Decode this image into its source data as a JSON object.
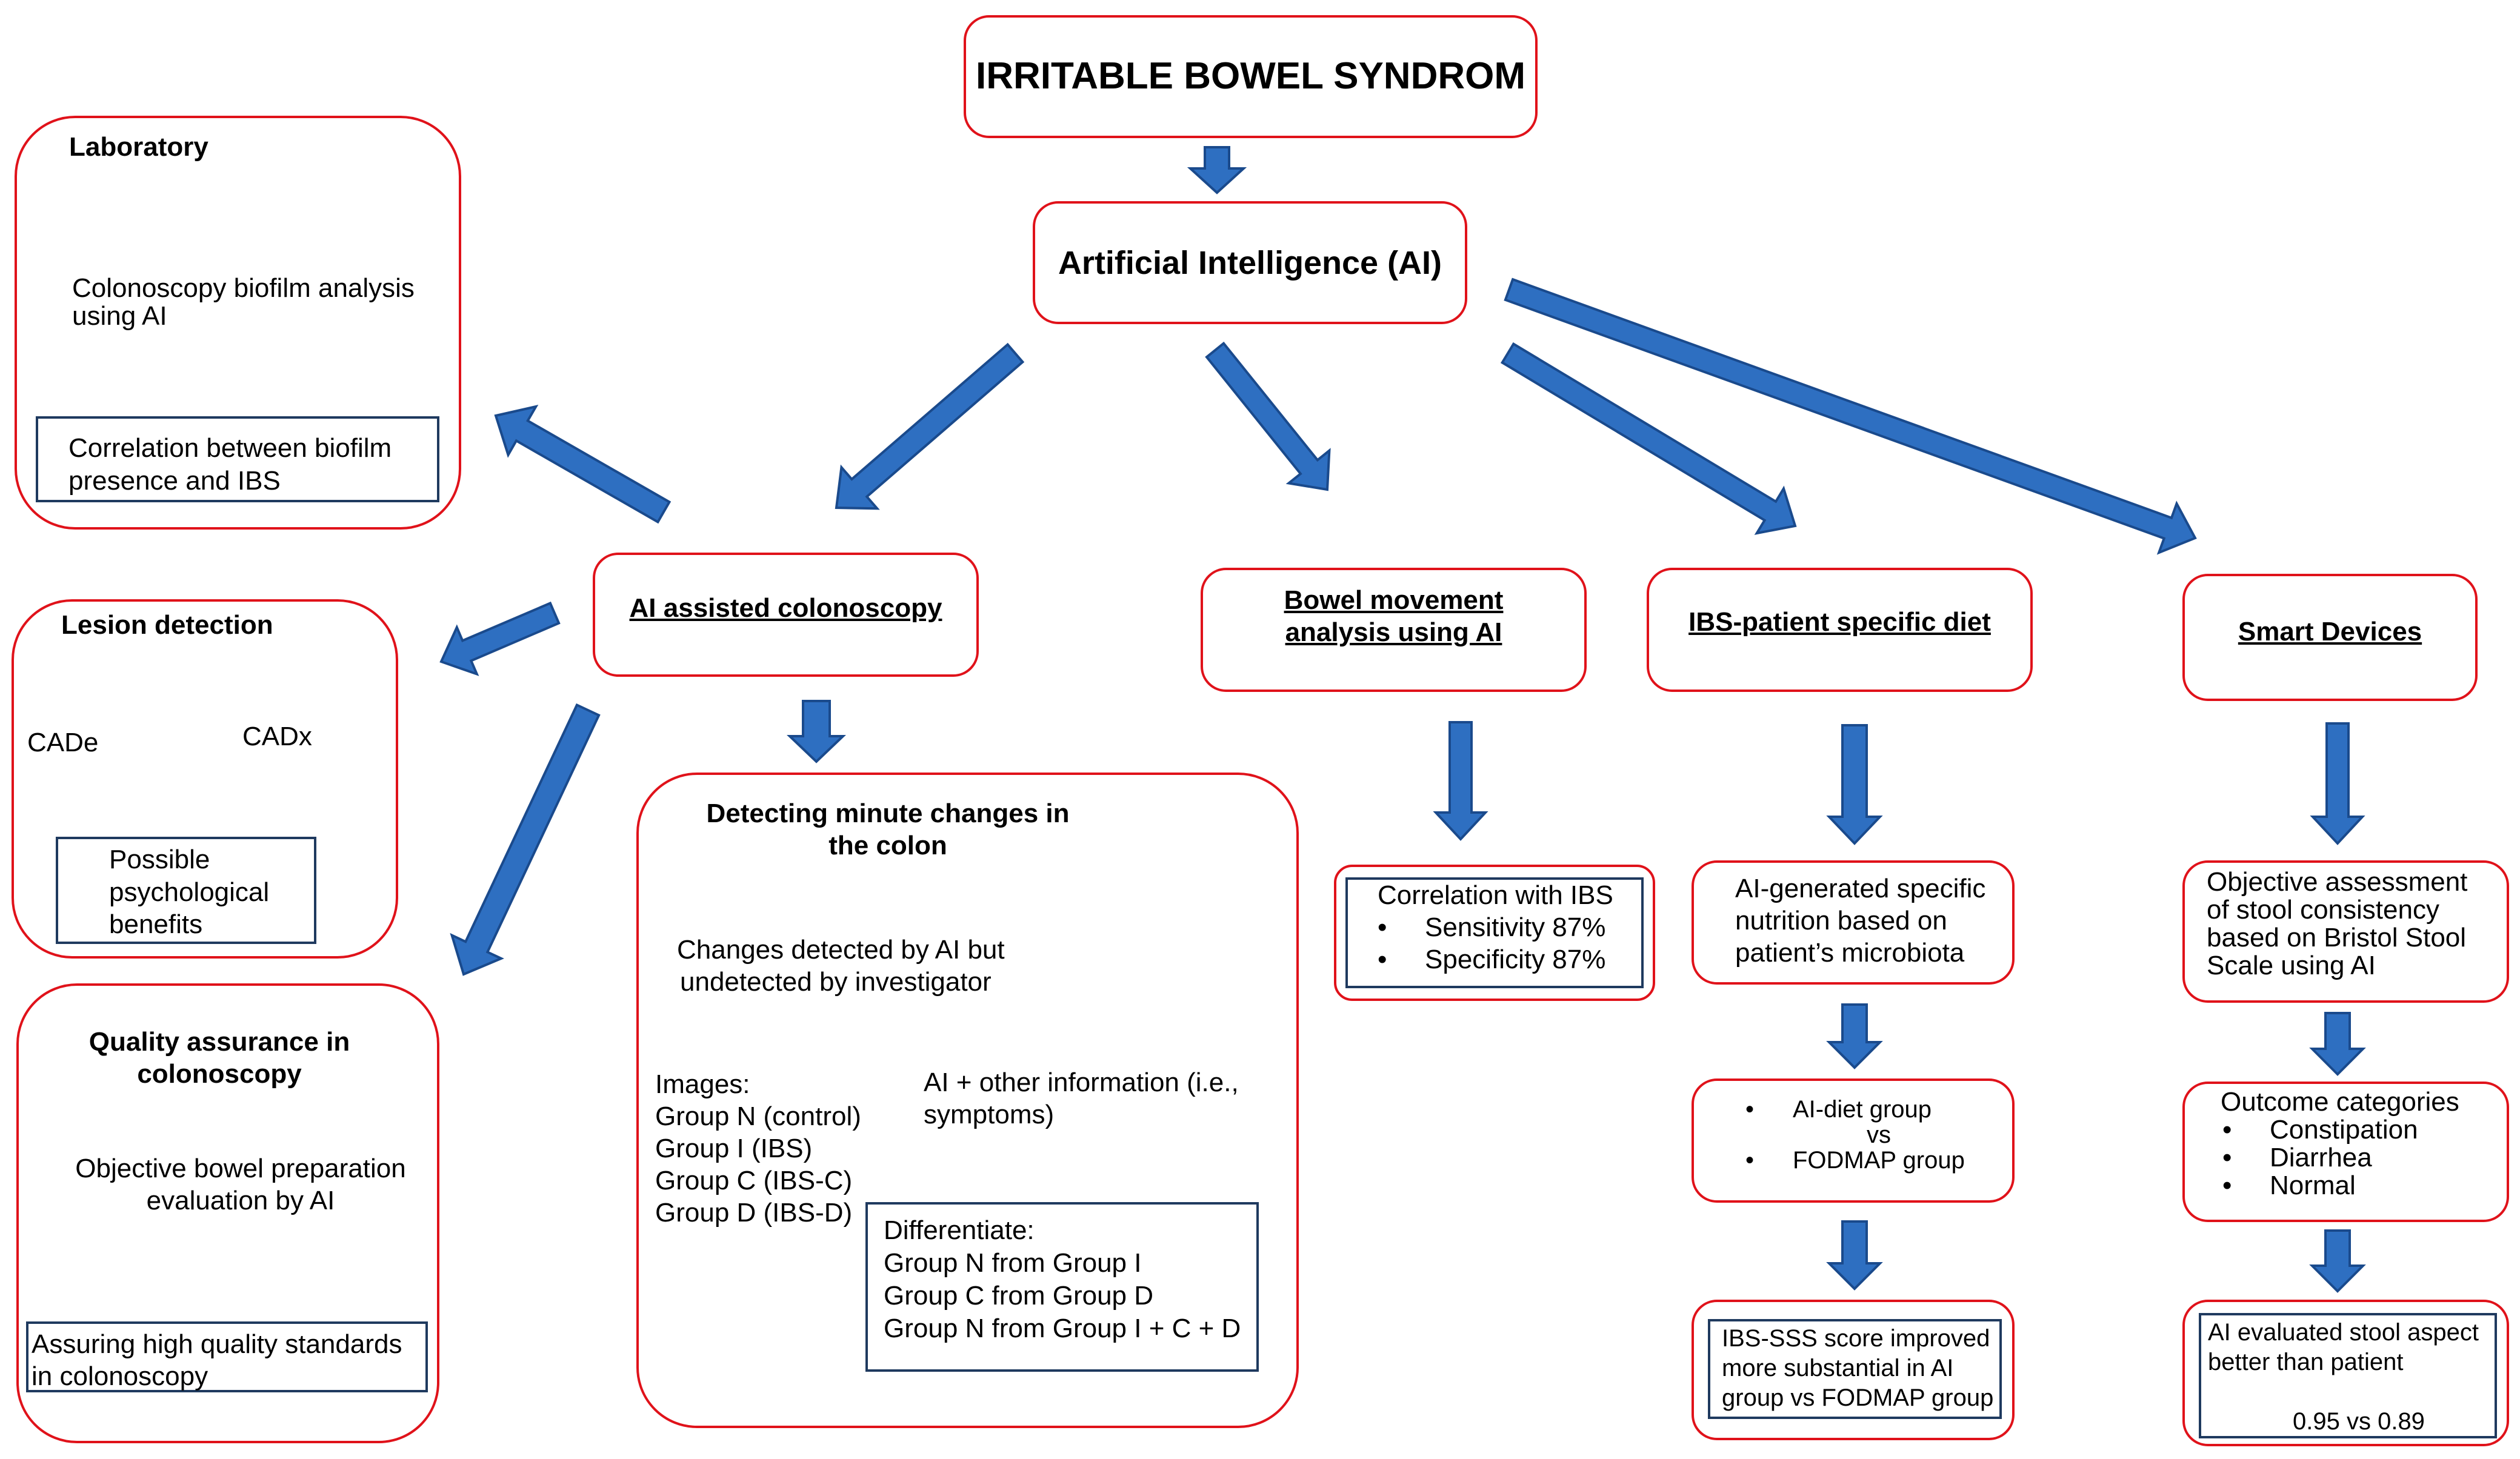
{
  "title": "IRRITABLE BOWEL SYNDROM",
  "ai": "Artificial Intelligence (AI)",
  "laboratory": {
    "heading": "Laboratory",
    "step1": [
      "Colonoscopy biofilm analysis",
      "using AI"
    ],
    "result": [
      "Correlation between biofilm",
      "presence and IBS"
    ]
  },
  "colonoscopy": {
    "label": "AI assisted colonoscopy"
  },
  "lesion": {
    "heading": "Lesion detection",
    "cade": "CADe",
    "cadx": "CADx",
    "result": [
      "Possible",
      "psychological",
      "benefits"
    ]
  },
  "quality": {
    "heading": [
      "Quality assurance in",
      "colonoscopy"
    ],
    "step1": [
      "Objective bowel preparation",
      "evaluation by AI"
    ],
    "result": [
      "Assuring high quality standards",
      "in colonoscopy"
    ]
  },
  "minute": {
    "heading": [
      "Detecting minute changes in",
      "the colon"
    ],
    "step1": [
      "Changes detected by AI but",
      "undetected by investigator"
    ],
    "images": [
      "Images:",
      "Group N (control)",
      "Group I (IBS)",
      "Group C (IBS-C)",
      "Group D (IBS-D)"
    ],
    "other": [
      "AI + other information (i.e.,",
      "symptoms)"
    ],
    "diff": [
      "Differentiate:",
      "Group N from Group I",
      "Group C from Group D",
      "Group N from Group I + C + D"
    ]
  },
  "bowel": {
    "label": [
      "Bowel movement",
      "analysis using AI"
    ],
    "corr": "Correlation with IBS",
    "items": [
      "Sensitivity 87%",
      "Specificity 87%"
    ]
  },
  "diet": {
    "label": "IBS-patient specific diet",
    "step1": [
      "AI-generated specific",
      "nutrition based on",
      "patient’s microbiota"
    ],
    "groups": [
      "AI-diet group",
      "vs",
      "FODMAP group"
    ],
    "result": [
      "IBS-SSS score improved",
      "more substantial in AI",
      "group vs FODMAP group"
    ]
  },
  "smart": {
    "label": "Smart Devices",
    "step1": [
      "Objective assessment",
      "of stool consistency",
      "based on Bristol Stool",
      "Scale using AI"
    ],
    "outcome": "Outcome categories",
    "outcome_items": [
      "Constipation",
      "Diarrhea",
      "Normal"
    ],
    "result": [
      "AI evaluated stool aspect",
      "better than patient"
    ],
    "result_value": "0.95 vs 0.89"
  },
  "colors": {
    "arrow_fill": "#2e6fc1",
    "arrow_stroke": "#1a4a8c",
    "red_border": "#e0121a",
    "navy_border": "#1f3a5f"
  }
}
